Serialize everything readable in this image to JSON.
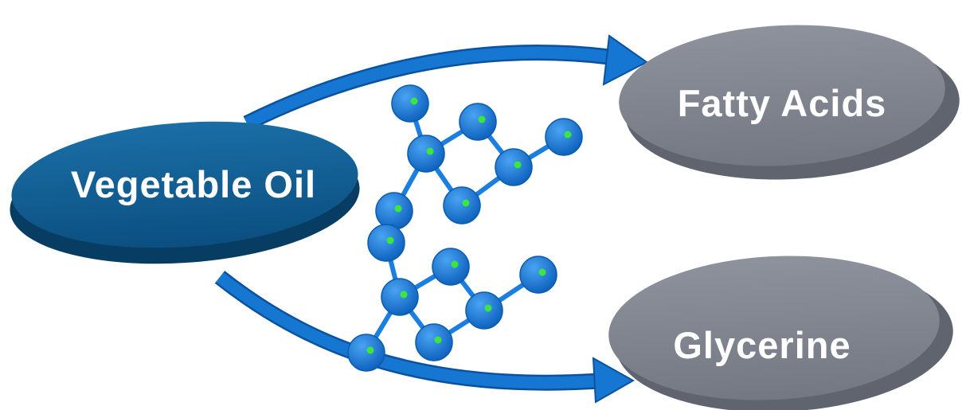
{
  "nodes": {
    "source": {
      "label": "Vegetable Oil",
      "fill": "#0d5b8f",
      "edge": "#0a3f66",
      "text_color": "#ffffff"
    },
    "fatty_acids": {
      "label": "Fatty Acids",
      "fill": "#808590",
      "edge": "#5f646e",
      "text_color": "#ffffff"
    },
    "glycerine": {
      "label": "Glycerine",
      "fill": "#808590",
      "edge": "#5f646e",
      "text_color": "#ffffff"
    }
  },
  "colors": {
    "arrow": "#1677d2",
    "arrow_edge": "#0a52a0",
    "atom": "#1a7fe0",
    "atom_core": "#3ce63c",
    "bond": "#1a7fe0"
  }
}
